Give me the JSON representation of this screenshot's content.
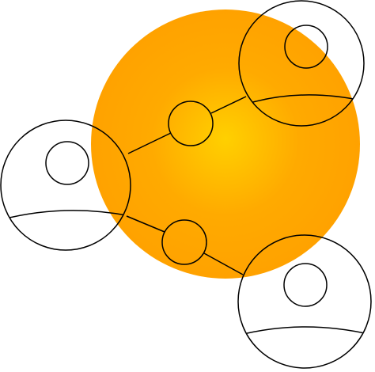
{
  "colors": {
    "sphere_center": "#ffd000",
    "sphere_mid": "#ffaa00",
    "sphere_edge": "#ffa200",
    "line": "#000000",
    "user_fill": "#ffffff"
  },
  "icons": {
    "main_graphic": "network-sphere-icon",
    "users": [
      "user-icon-left",
      "user-icon-top-right",
      "user-icon-bottom-right"
    ],
    "nodes": [
      "connector-node-upper",
      "connector-node-lower"
    ]
  }
}
